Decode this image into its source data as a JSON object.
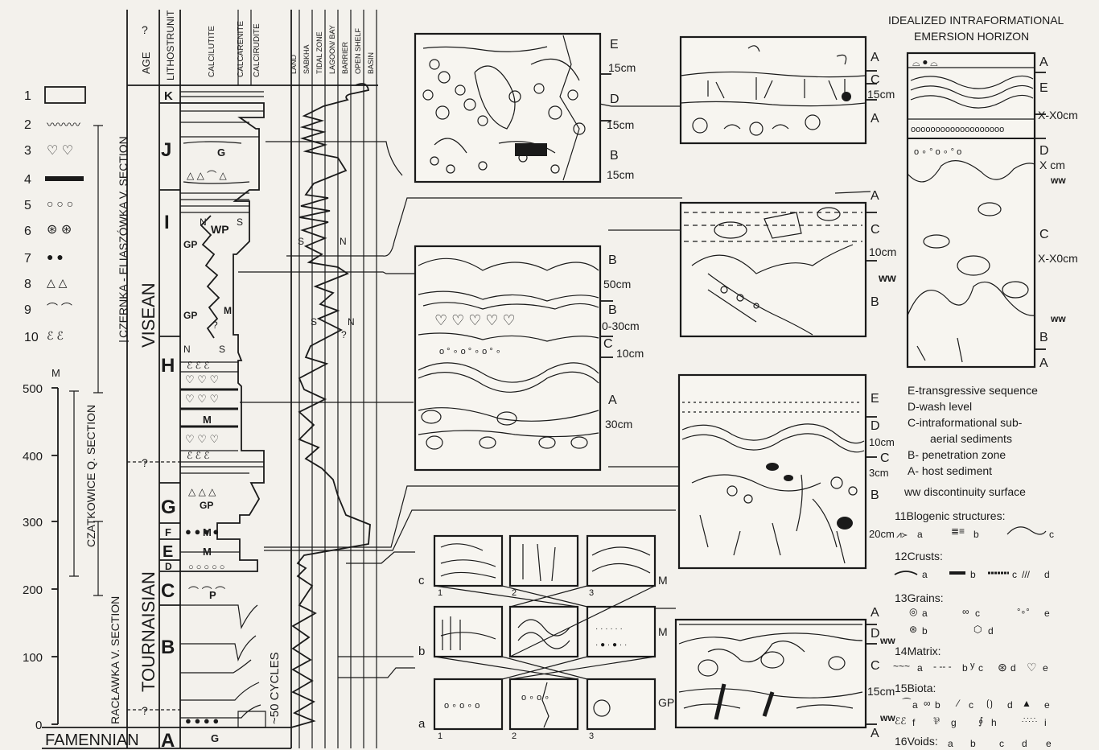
{
  "legend_numbers": [
    "1",
    "2",
    "3",
    "4",
    "5",
    "6",
    "7",
    "8",
    "9",
    "10"
  ],
  "legend_symbols": [
    "",
    "〰〰〰",
    "♡ ♡",
    "",
    "○ ○ ○",
    "⊛ ⊛",
    "● ●",
    "△ △",
    "⌒ ⌒",
    "ℰ ℰ"
  ],
  "scale": {
    "unit": "M",
    "ticks": [
      "500",
      "400",
      "300",
      "200",
      "100",
      "0"
    ]
  },
  "sections": [
    "CZERNKA - ELIASZÓWKA V. SECTION",
    "CZATKOWICE Q. SECTION",
    "RACŁAWKA V. SECTION"
  ],
  "column_headers": [
    "AGE",
    "LITHOSTRUNIT",
    "CALCILUTITE",
    "CALCARENITE",
    "CALCIRUDITE",
    "LAND",
    "SABKHA",
    "TIDAL ZONE",
    "LAGOON/ BAY",
    "BARRIER",
    "OPEN SHELF",
    "BASIN"
  ],
  "ages": {
    "visean": "VISEAN",
    "tournaisian": "TOURNAISIAN",
    "famennian": "FAMENNIAN",
    "q1": "?",
    "q2": "?",
    "q3": "?"
  },
  "units": [
    "K",
    "J",
    "I",
    "H",
    "G",
    "F",
    "E",
    "D",
    "C",
    "B",
    "A"
  ],
  "column_labels": {
    "g1": "G",
    "g2": "G",
    "wp": "WP",
    "gp1": "GP",
    "gp2": "GP",
    "gp3": "GP",
    "m1": "M",
    "m2": "M",
    "m3": "M",
    "m4": "M",
    "p": "P",
    "n1": "N",
    "s1": "S",
    "s2": "S",
    "n2": "N",
    "n3": "N",
    "s3": "S",
    "s4": "S",
    "n4": "N",
    "q": "?",
    "q2": "?"
  },
  "cycles": "~50 CYCLES",
  "panel1": {
    "labels": [
      "E",
      "D",
      "B"
    ],
    "thick": [
      "15cm",
      "15cm",
      "15cm"
    ]
  },
  "panel2": {
    "labels": [
      "A",
      "C",
      "A"
    ],
    "thick": "15cm"
  },
  "panel3": {
    "labels": [
      "B",
      "B",
      "C",
      "A"
    ],
    "thick": [
      "50cm",
      "0-30cm",
      "10cm",
      "30cm"
    ]
  },
  "panel4": {
    "labels": [
      "A",
      "C",
      "B"
    ],
    "thick": "10cm",
    "ww": "ww"
  },
  "panel5": {
    "labels": [
      "E",
      "D",
      "C",
      "B"
    ],
    "thick": [
      "10cm",
      "3cm",
      "20cm"
    ]
  },
  "panel6": {
    "labels": [
      "A",
      "D",
      "C",
      "A"
    ],
    "thick": "15cm",
    "ww": [
      "ww",
      "ww"
    ]
  },
  "small_grid": {
    "rows": [
      "c",
      "b",
      "a"
    ],
    "cols": [
      "1",
      "2",
      "3"
    ],
    "right": [
      "M",
      "M",
      "GP"
    ]
  },
  "ideal": {
    "title1": "IDEALIZED INTRAFORMATIONAL",
    "title2": "EMERSION HORIZON",
    "labels": [
      "A",
      "E",
      "X-X0cm",
      "D",
      "X cm",
      "ww",
      "C",
      "X-X0cm",
      "ww",
      "B",
      "A"
    ]
  },
  "key": [
    "E-transgressive sequence",
    "D-wash level",
    "C-intraformational sub-",
    "aerial sediments",
    "B- penetration zone",
    "A- host sediment",
    "ww discontinuity surface"
  ],
  "legend11": {
    "title": "11Blogenic structures:",
    "items": [
      "a",
      "b",
      "c"
    ]
  },
  "legend12": {
    "title": "12Crusts:",
    "items": [
      "a",
      "b",
      "c",
      "d"
    ]
  },
  "legend13": {
    "title": "13Grains:",
    "items": [
      "a",
      "b",
      "c",
      "d",
      "e"
    ]
  },
  "legend14": {
    "title": "14Matrix:",
    "items": [
      "a",
      "b",
      "c",
      "d",
      "e"
    ]
  },
  "legend15": {
    "title": "15Biota:",
    "items": [
      "a",
      "b",
      "c",
      "d",
      "e",
      "f",
      "g",
      "h",
      "i"
    ]
  },
  "legend16": {
    "title": "16Voids:",
    "items": [
      "a",
      "b",
      "c",
      "d",
      "e"
    ]
  }
}
